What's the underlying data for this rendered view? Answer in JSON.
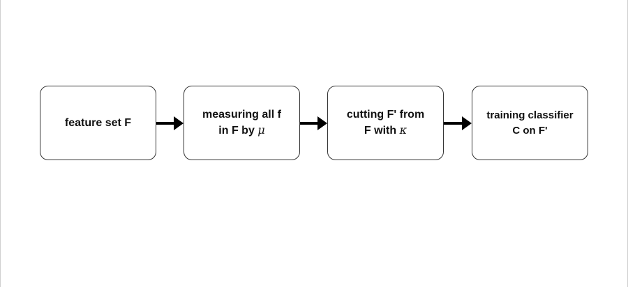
{
  "steps": [
    {
      "line1": "feature set F",
      "line2_prefix": "",
      "line2_symbol": ""
    },
    {
      "line1": "measuring all f",
      "line2_prefix": "in F by ",
      "line2_symbol": "μ"
    },
    {
      "line1": "cutting F' from",
      "line2_prefix": "F with ",
      "line2_symbol": "κ"
    },
    {
      "line1": "training classifier",
      "line2_prefix": "C on F'",
      "line2_symbol": ""
    }
  ],
  "colors": {
    "box_border": "#333333",
    "arrow": "#000000",
    "text": "#111111"
  }
}
